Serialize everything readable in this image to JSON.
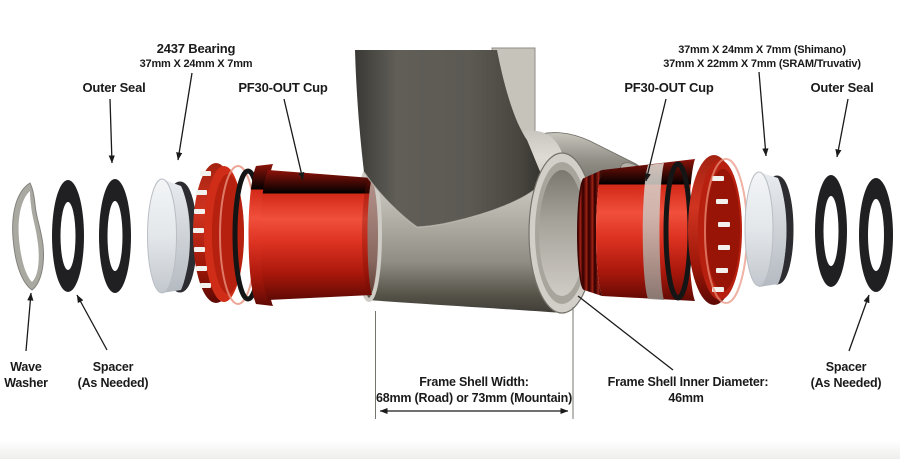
{
  "diagram": {
    "name": "PF30-OUT bottom bracket exploded view",
    "labels": {
      "left": {
        "bearing_title": "2437 Bearing",
        "bearing_dims": "37mm X 24mm X 7mm",
        "outer_seal": "Outer Seal",
        "cup": "PF30-OUT Cup",
        "wave_washer_l1": "Wave",
        "wave_washer_l2": "Washer",
        "spacer_l1": "Spacer",
        "spacer_l2": "(As Needed)"
      },
      "right": {
        "bearing_dims_shimano": "37mm X 24mm X 7mm (Shimano)",
        "bearing_dims_sram": "37mm X 22mm X 7mm (SRAM/Truvativ)",
        "cup": "PF30-OUT Cup",
        "outer_seal": "Outer Seal",
        "spacer_l1": "Spacer",
        "spacer_l2": "(As Needed)"
      },
      "dimensions": {
        "shell_width_l1": "Frame Shell Width:",
        "shell_width_l2": "68mm (Road) or 73mm (Mountain)",
        "shell_id_l1": "Frame Shell Inner Diameter:",
        "shell_id_l2": "46mm"
      }
    },
    "colors": {
      "cup_red": "#dd2d1a",
      "cup_dark_red": "#6f0c04",
      "seal_black": "#202023",
      "bearing_silver": "#e3e7ea",
      "frame_gray": "#b7b4ac",
      "tube_dark_gray": "#56544d",
      "line_black": "#1a1a1a",
      "background": "#ffffff"
    }
  }
}
